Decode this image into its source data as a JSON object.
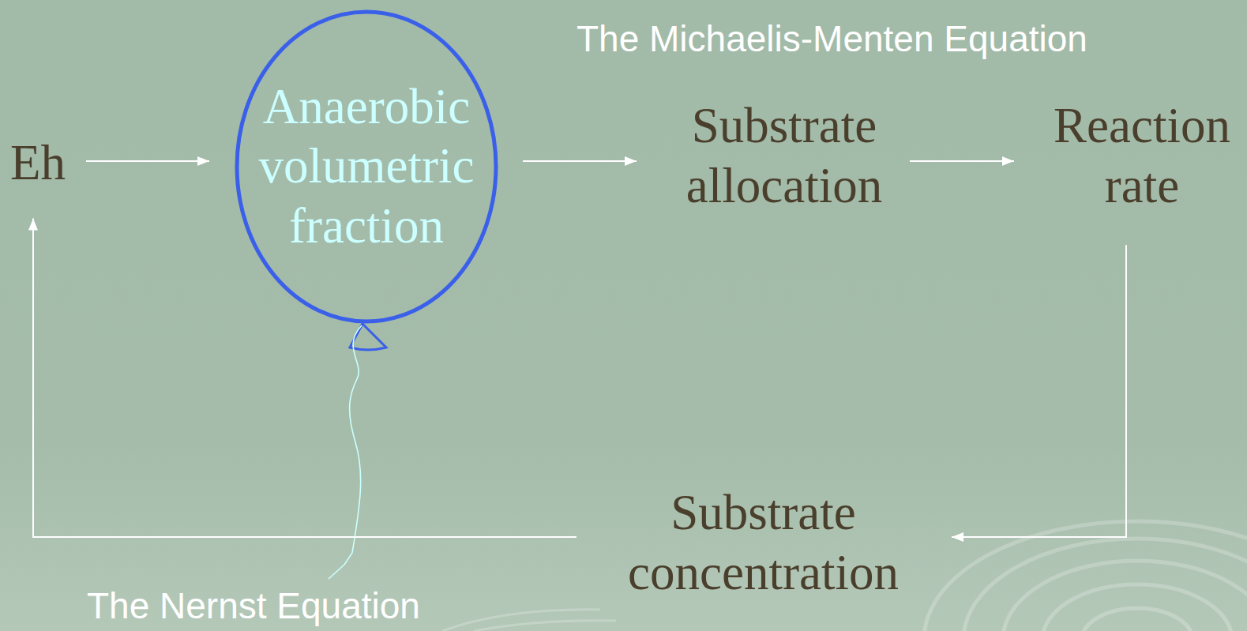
{
  "diagram": {
    "nodes": [
      {
        "text": [
          "Eh"
        ]
      },
      {
        "text": [
          "Anaerobic volumetric fraction"
        ]
      },
      {
        "text": [
          "Substrate allocation"
        ]
      },
      {
        "text": [
          "Reaction rate"
        ]
      },
      {
        "text": [
          "Substrate concentration"
        ]
      }
    ],
    "edges": [
      {
        "from": 0,
        "to": 1,
        "arrow": "to"
      },
      {
        "from": 1,
        "to": 2,
        "arrow": "to"
      },
      {
        "from": 2,
        "to": 3,
        "arrow": "to"
      },
      {
        "from": 3,
        "to": 4,
        "arrow": "to"
      },
      {
        "from": 4,
        "to": 0,
        "arrow": "to"
      }
    ],
    "labels": [
      "The Michaelis-Menten Equation",
      "The Nernst Equation"
    ]
  }
}
